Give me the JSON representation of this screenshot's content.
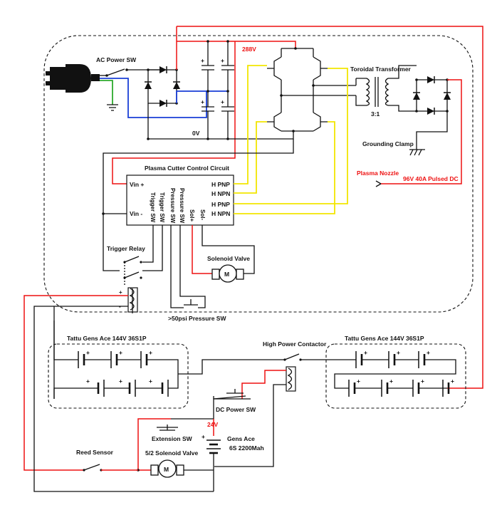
{
  "labels": {
    "ac_power_sw": "AC Power SW",
    "v288": "288V",
    "toroidal_transformer": "Toroidal Transformer",
    "ratio": "3:1",
    "zero_v": "0V",
    "grounding_clamp": "Grounding Clamp",
    "plasma_nozzle": "Plasma Nozzle",
    "pulsed_dc": "96V 40A Pulsed DC",
    "control_circuit_title": "Plasma Cutter Control Circuit",
    "vin_plus": "Vin +",
    "vin_minus": "Vin -",
    "h_pnp_1": "H PNP",
    "h_npn_1": "H NPN",
    "h_pnp_2": "H PNP",
    "h_npn_2": "H NPN",
    "trigger_sw_1": "Trigger SW",
    "trigger_sw_2": "Trigger SW",
    "pressure_sw_1": "Pressure SW",
    "pressure_sw_2": "Pressure SW",
    "sol_plus": "Sol+",
    "sol_minus": "Sol-",
    "trigger_relay": "Trigger Relay",
    "solenoid_valve": "Solenoid Valve",
    "relay_plus": "+",
    "relay_minus": "-",
    "pressure_sw_50psi": ">50psi Pressure SW",
    "battery_left": "Tattu Gens Ace 144V 36S1P",
    "battery_right": "Tattu Gens Ace 144V 36S1P",
    "high_power_contactor": "High Power Contactor",
    "dc_power_sw": "DC Power SW",
    "v24": "24V",
    "extension_sw": "Extension SW",
    "gens_ace": "Gens Ace",
    "gens_ace_spec": "6S 2200Mah",
    "solenoid_valve_52": "5/2 Solenoid Valve",
    "reed_sensor": "Reed Sensor",
    "motor_symbol": "M"
  },
  "colors": {
    "line": "#111111",
    "red_wire": "#ee1111",
    "yellow_wire": "#f2e600",
    "blue_wire": "#1a3fd6",
    "green_wire": "#2eaa2e"
  }
}
